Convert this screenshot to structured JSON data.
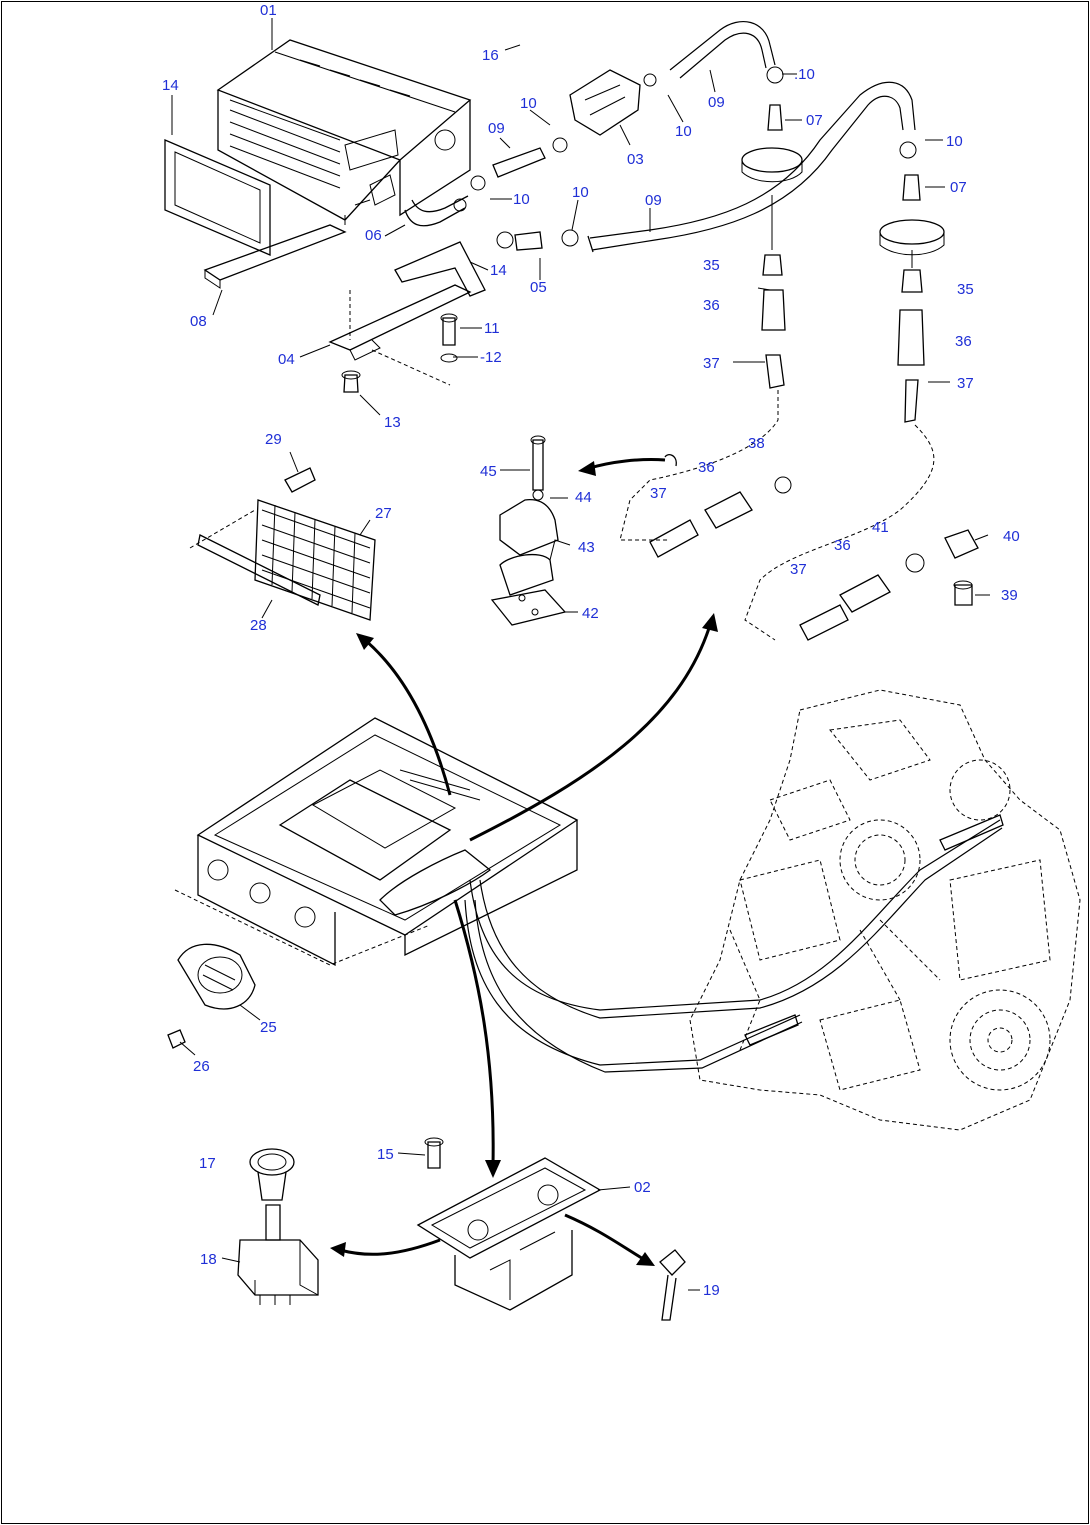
{
  "labels": [
    {
      "id": "01",
      "text": "01"
    },
    {
      "id": "14a",
      "text": "14"
    },
    {
      "id": "16",
      "text": "16"
    },
    {
      "id": "09a",
      "text": "09"
    },
    {
      "id": "10a",
      "text": ".10"
    },
    {
      "id": "10b",
      "text": "10"
    },
    {
      "id": "09b",
      "text": "09"
    },
    {
      "id": "03",
      "text": "03"
    },
    {
      "id": "10c",
      "text": "10"
    },
    {
      "id": "07a",
      "text": "07"
    },
    {
      "id": "10d",
      "text": "10"
    },
    {
      "id": "07b",
      "text": "07"
    },
    {
      "id": "10e",
      "text": "10"
    },
    {
      "id": "06",
      "text": "06"
    },
    {
      "id": "10f",
      "text": "10"
    },
    {
      "id": "09c",
      "text": "09"
    },
    {
      "id": "35a",
      "text": "35"
    },
    {
      "id": "35b",
      "text": "35"
    },
    {
      "id": "14b",
      "text": "14"
    },
    {
      "id": "05",
      "text": "05"
    },
    {
      "id": "36a",
      "text": "36"
    },
    {
      "id": "36b",
      "text": "36"
    },
    {
      "id": "08",
      "text": "08"
    },
    {
      "id": "11",
      "text": "11"
    },
    {
      "id": "04",
      "text": "04"
    },
    {
      "id": "12",
      "text": "-12"
    },
    {
      "id": "37a",
      "text": "37"
    },
    {
      "id": "37b",
      "text": "37"
    },
    {
      "id": "13",
      "text": "13"
    },
    {
      "id": "29",
      "text": "29"
    },
    {
      "id": "38",
      "text": "38"
    },
    {
      "id": "45",
      "text": "45"
    },
    {
      "id": "36c",
      "text": "36"
    },
    {
      "id": "44",
      "text": "44"
    },
    {
      "id": "37c",
      "text": "37"
    },
    {
      "id": "27",
      "text": "27"
    },
    {
      "id": "41",
      "text": "41"
    },
    {
      "id": "40",
      "text": "40"
    },
    {
      "id": "43",
      "text": "43"
    },
    {
      "id": "36d",
      "text": "36"
    },
    {
      "id": "37d",
      "text": "37"
    },
    {
      "id": "39",
      "text": "39"
    },
    {
      "id": "42",
      "text": "42"
    },
    {
      "id": "28",
      "text": "28"
    },
    {
      "id": "25",
      "text": "25"
    },
    {
      "id": "26",
      "text": "26"
    },
    {
      "id": "15",
      "text": "15"
    },
    {
      "id": "17",
      "text": "17"
    },
    {
      "id": "02",
      "text": "02"
    },
    {
      "id": "18",
      "text": "18"
    },
    {
      "id": "19",
      "text": "19"
    }
  ],
  "colors": {
    "label": "#1f2fd6",
    "line": "#000000",
    "background": "#ffffff"
  }
}
